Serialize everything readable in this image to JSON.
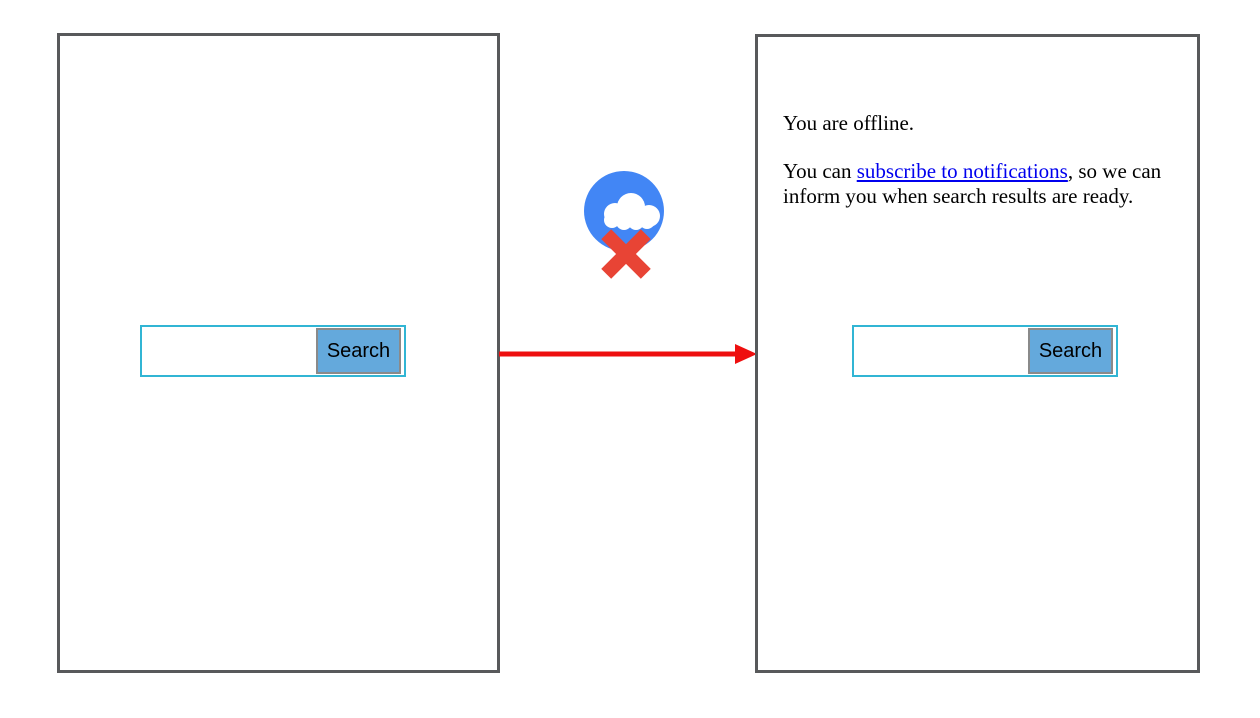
{
  "panels": {
    "before": {
      "search": {
        "input_value": "",
        "button_label": "Search"
      }
    },
    "after": {
      "offline_text": "You are offline.",
      "subscribe_prefix": "You can ",
      "subscribe_link_label": "subscribe to notifications",
      "subscribe_suffix": ", so we can inform you when search results are ready.",
      "search": {
        "input_value": "",
        "button_label": "Search"
      }
    }
  },
  "icons": {
    "offline_badge": "blue circle with white cloud and red cross",
    "arrow": "red right arrow from before-panel to after-panel"
  },
  "colors": {
    "panel_border": "#58595b",
    "search_input_border": "#31b5d4",
    "search_button_bg": "#64a9dc",
    "search_button_border": "#8a8a8a",
    "offline_circle_blue": "#4286f5",
    "offline_cloud": "#ffffff",
    "offline_cross_red": "#e84435",
    "arrow_red": "#ee0f0f",
    "link_blue": "#0000ee"
  }
}
